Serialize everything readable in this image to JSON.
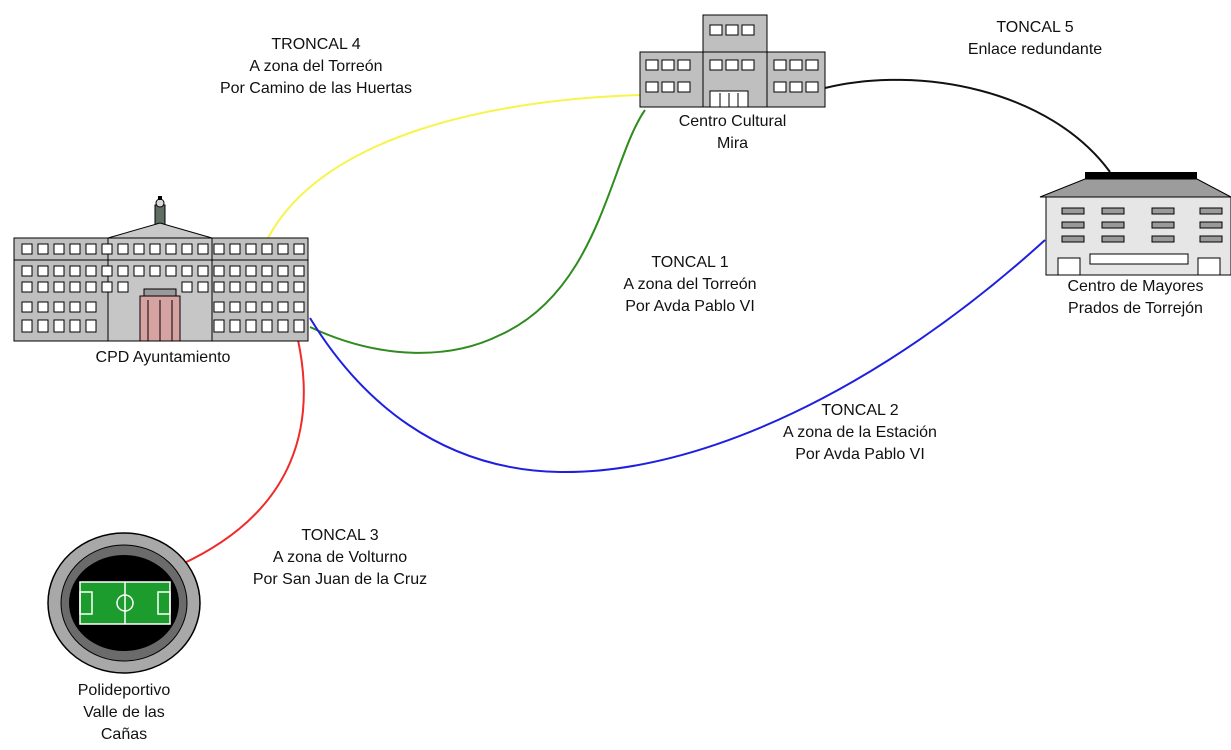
{
  "colors": {
    "troncal_1": "#2e8b1e",
    "troncal_2": "#1f1fe0",
    "troncal_3": "#ef2b2b",
    "troncal_4": "#f7f44a",
    "troncal_5": "#111111"
  },
  "nodes": {
    "cpd": {
      "icon": "town-hall-building-icon",
      "label": "CPD Ayuntamiento"
    },
    "centro_cultural": {
      "icon": "office-building-icon",
      "label_lines": [
        "Centro Cultural",
        "Mira"
      ]
    },
    "centro_mayores": {
      "icon": "residence-building-icon",
      "label_lines": [
        "Centro de Mayores",
        "Prados de Torrejón"
      ]
    },
    "polideportivo": {
      "icon": "stadium-icon",
      "label_lines": [
        "Polideportivo",
        "Valle de las",
        "Cañas"
      ]
    }
  },
  "links": {
    "troncal_1": {
      "lines": [
        "TONCAL 1",
        "A zona del Torreón",
        "Por Avda Pablo VI"
      ]
    },
    "troncal_2": {
      "lines": [
        "TONCAL 2",
        "A zona de la Estación",
        "Por Avda Pablo VI"
      ]
    },
    "troncal_3": {
      "lines": [
        "TONCAL 3",
        "A zona de Volturno",
        "Por San Juan de la Cruz"
      ]
    },
    "troncal_4": {
      "lines": [
        "TRONCAL 4",
        "A zona del Torreón",
        "Por Camino de las Huertas"
      ]
    },
    "troncal_5": {
      "lines": [
        "TONCAL 5",
        "Enlace redundante"
      ]
    }
  }
}
